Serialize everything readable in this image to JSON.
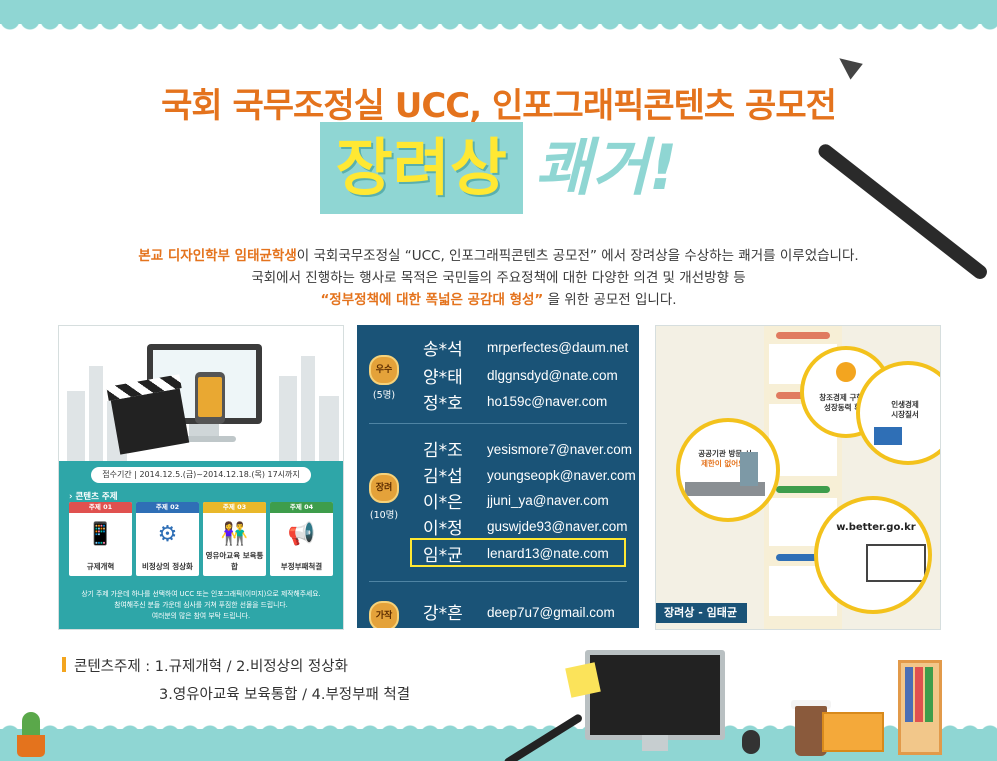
{
  "header": {
    "title_line1": "국회 국무조정실 UCC, 인포그래픽콘텐츠 공모전",
    "title_highlight": "장려상",
    "title_rest": "쾌거!"
  },
  "description": {
    "line1_emph": "본교 디자인학부 임태균학생",
    "line1_rest": "이 국회국무조정실 “UCC, 인포그래픽콘텐츠 공모전” 에서 장려상을 수상하는 쾌거를 이루었습니다.",
    "line2": "국회에서 진행하는 행사로 목적은 국민들의 주요정책에 대한 다양한 의견 및 개선방향 등",
    "line3_emph": "“정부정책에 대한 폭넓은 공감대 형성”",
    "line3_rest": "을 위한 공모전 입니다."
  },
  "poster": {
    "period": "접수기간 | 2014.12.5.(금)~2014.12.18.(목) 17시까지",
    "topics_label": "› 콘텐츠 주제",
    "cards": [
      {
        "head": "주제 01",
        "label": "규제개혁",
        "icon": "hand-phone-icon",
        "color": "#e0514f"
      },
      {
        "head": "주제 02",
        "label": "비정상의 정상화",
        "icon": "gears-icon",
        "color": "#2f6fb6"
      },
      {
        "head": "주제 03",
        "label": "영유아교육 보육통합",
        "icon": "children-icon",
        "color": "#e9b82a"
      },
      {
        "head": "주제 04",
        "label": "부정부패척결",
        "icon": "megaphone-icon",
        "color": "#3e9d4b"
      }
    ],
    "footer_line1": "상기 주제 가운데 하나를 선택하여 UCC 또는 인포그래픽(이미지)으로 제작해주세요.",
    "footer_line2": "참여해주신 분들 가운데 심사를 거쳐 푸짐한 선물을 드립니다.",
    "footer_line3": "여러분의 많은 참여 부탁 드립니다."
  },
  "winners": {
    "groups": [
      {
        "badge": "우수",
        "count": "(5명)",
        "entries": [
          {
            "name": "송*석",
            "email": "mrperfectes@daum.net"
          },
          {
            "name": "양*태",
            "email": "dlggnsdyd@nate.com"
          },
          {
            "name": "정*호",
            "email": "ho159c@naver.com"
          }
        ]
      },
      {
        "badge": "장려",
        "count": "(10명)",
        "entries": [
          {
            "name": "김*조",
            "email": "yesismore7@naver.com"
          },
          {
            "name": "김*섭",
            "email": "youngseopk@naver.com"
          },
          {
            "name": "이*은",
            "email": "jjuni_ya@naver.com"
          },
          {
            "name": "이*정",
            "email": "guswjde93@naver.com"
          },
          {
            "name": "임*균",
            "email": "lenard13@nate.com"
          }
        ]
      },
      {
        "badge": "가작",
        "entries": [
          {
            "name": "강*흔",
            "email": "deep7u7@gmail.com"
          }
        ]
      }
    ],
    "highlight_color": "#ffe833"
  },
  "infographic": {
    "circle1_text_a": "공공기관 방문 시",
    "circle1_text_b": "제한이 없어요\"",
    "circle2_text_a": "창조경제 구현 및",
    "circle2_text_b": "성장동력 확충",
    "circle3_text_a": "인생경제",
    "circle3_text_b": "시장질서",
    "circle4_text": "w.better.go.kr",
    "caption": "장려상 - 임태균"
  },
  "topics": {
    "label": "콘텐츠주제",
    "line1": " : 1.규제개혁 / 2.비정상의 정상화",
    "line2": "3.영유아교육 보육통합 / 4.부정부패 척결"
  },
  "colors": {
    "teal": "#8fd6d3",
    "orange": "#e4731d",
    "yellow": "#ffe833",
    "navy": "#1a5377"
  }
}
